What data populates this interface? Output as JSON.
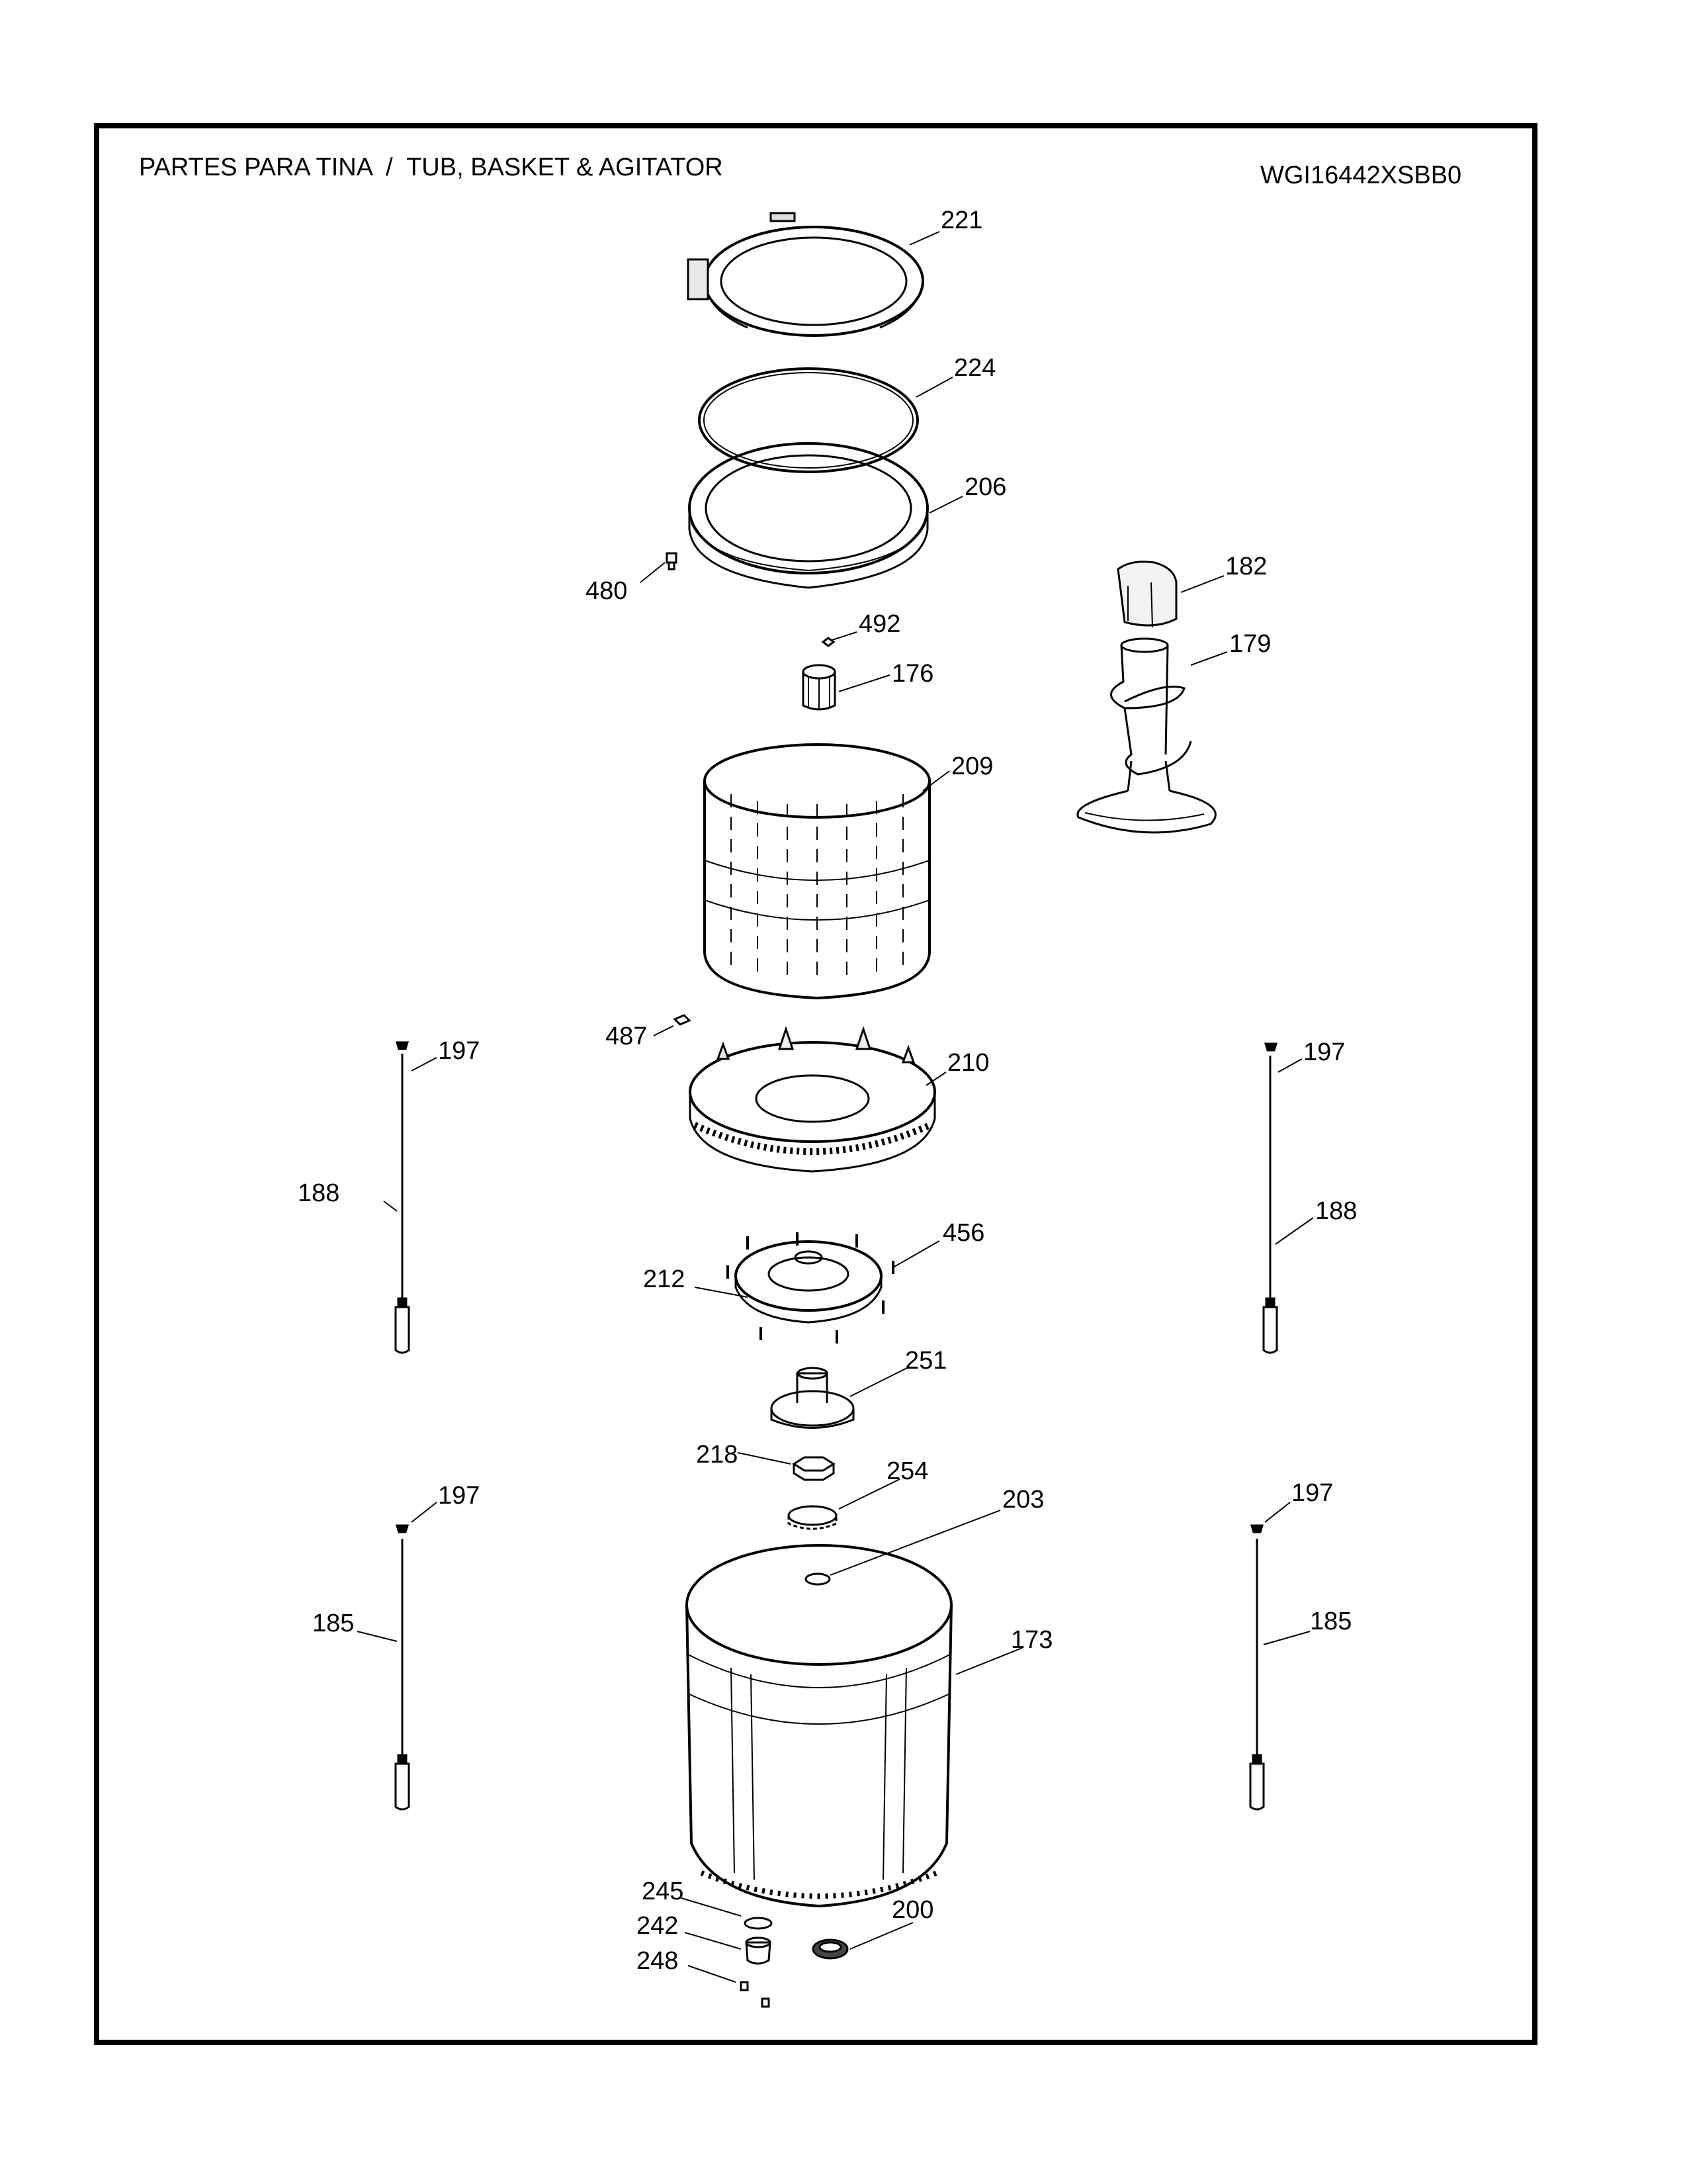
{
  "header": {
    "title": "PARTES PARA TINA  /  TUB, BASKET & AGITATOR",
    "model": "WGI16442XSBB0"
  },
  "callouts": [
    {
      "id": "c221",
      "label": "221"
    },
    {
      "id": "c224",
      "label": "224"
    },
    {
      "id": "c206",
      "label": "206"
    },
    {
      "id": "c480",
      "label": "480"
    },
    {
      "id": "c492",
      "label": "492"
    },
    {
      "id": "c176",
      "label": "176"
    },
    {
      "id": "c182",
      "label": "182"
    },
    {
      "id": "c179",
      "label": "179"
    },
    {
      "id": "c209",
      "label": "209"
    },
    {
      "id": "c197a",
      "label": "197"
    },
    {
      "id": "c197b",
      "label": "197"
    },
    {
      "id": "c487",
      "label": "487"
    },
    {
      "id": "c210",
      "label": "210"
    },
    {
      "id": "c188a",
      "label": "188"
    },
    {
      "id": "c188b",
      "label": "188"
    },
    {
      "id": "c456",
      "label": "456"
    },
    {
      "id": "c212",
      "label": "212"
    },
    {
      "id": "c251",
      "label": "251"
    },
    {
      "id": "c218",
      "label": "218"
    },
    {
      "id": "c254",
      "label": "254"
    },
    {
      "id": "c203",
      "label": "203"
    },
    {
      "id": "c197c",
      "label": "197"
    },
    {
      "id": "c197d",
      "label": "197"
    },
    {
      "id": "c185a",
      "label": "185"
    },
    {
      "id": "c173",
      "label": "173"
    },
    {
      "id": "c185b",
      "label": "185"
    },
    {
      "id": "c245",
      "label": "245"
    },
    {
      "id": "c242",
      "label": "242"
    },
    {
      "id": "c200",
      "label": "200"
    },
    {
      "id": "c248",
      "label": "248"
    }
  ]
}
